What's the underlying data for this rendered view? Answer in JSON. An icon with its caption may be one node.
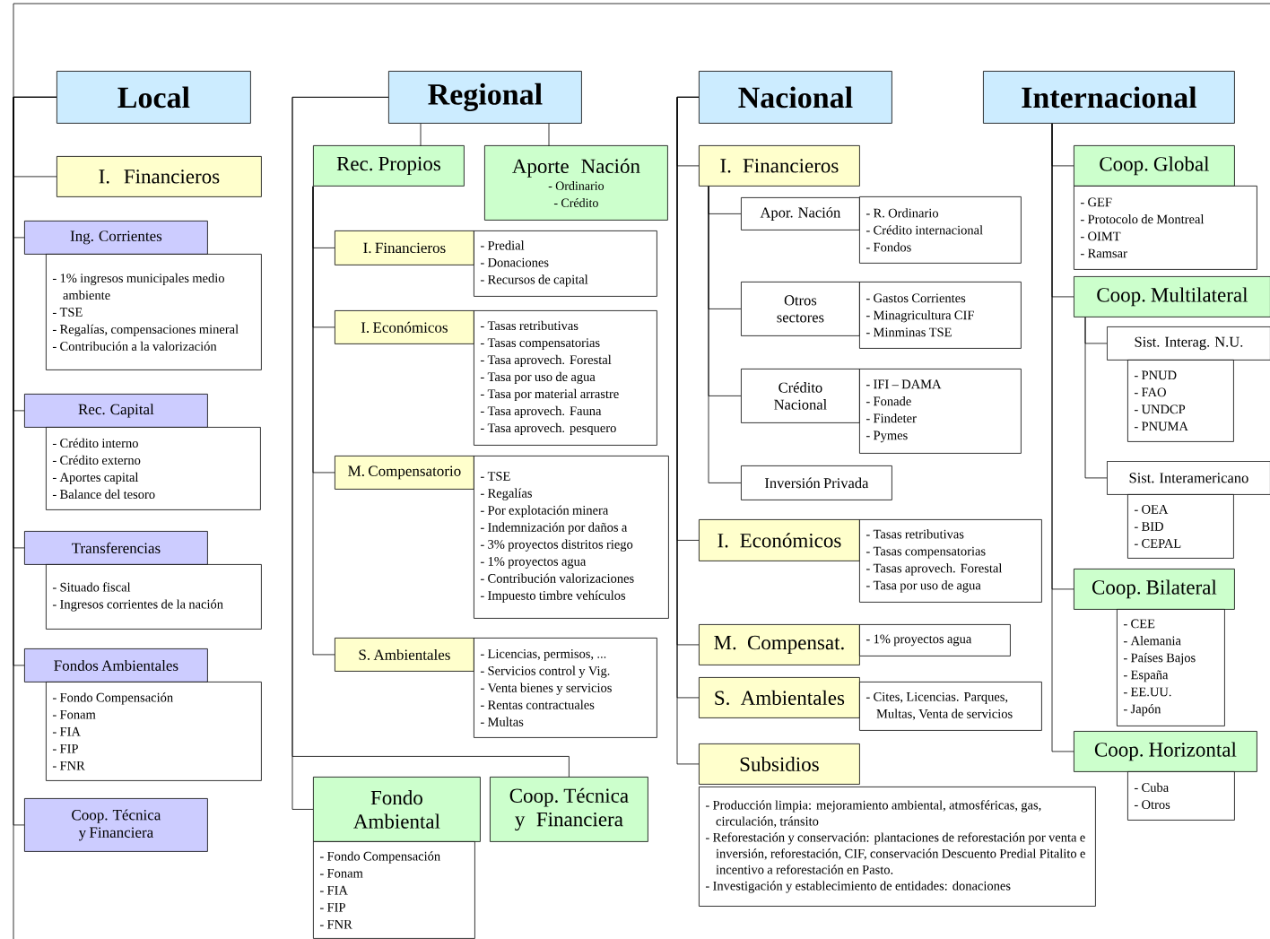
{
  "diagram": {
    "nodes": [
      {
        "text": [
          "Local"
        ]
      },
      {
        "text": [
          "I.  Financieros"
        ]
      },
      {
        "text": [
          "Ing. Corrientes"
        ]
      },
      {
        "text": [
          "- 1% ingresos municipales medio ambiente",
          "- TSE",
          "- Regalías, compensaciones mineral",
          "- Contribución a la valorización"
        ]
      },
      {
        "text": [
          "Rec. Capital"
        ]
      },
      {
        "text": [
          "- Crédito interno",
          "- Crédito externo",
          "- Aportes capital",
          "- Balance del tesoro"
        ]
      },
      {
        "text": [
          "Transferencias"
        ]
      },
      {
        "text": [
          "- Situado fiscal",
          "- Ingresos corrientes de la nación"
        ]
      },
      {
        "text": [
          "Fondos Ambientales"
        ]
      },
      {
        "text": [
          "- Fondo Compensación",
          "- Fonam",
          "- FIA",
          "- FIP",
          "- FNR"
        ]
      },
      {
        "text": [
          "Coop. Técnica y Financiera"
        ]
      },
      {
        "text": [
          "Regional"
        ]
      },
      {
        "text": [
          "Rec. Propios"
        ]
      },
      {
        "text": [
          "Aporte Nación",
          "- Ordinario",
          "- Crédito"
        ]
      },
      {
        "text": [
          "I. Financieros"
        ]
      },
      {
        "text": [
          "- Predial",
          "- Donaciones",
          "- Recursos de capital"
        ]
      },
      {
        "text": [
          "I. Económicos"
        ]
      },
      {
        "text": [
          "- Tasas retributivas",
          "- Tasas compensatorias",
          "- Tasa aprovech. Forestal",
          "- Tasa por uso de agua",
          "- Tasa por material arrastre",
          "- Tasa aprovech. Fauna",
          "- Tasa aprovech. pesquero"
        ]
      },
      {
        "text": [
          "M. Compensatorio"
        ]
      },
      {
        "text": [
          "- TSE",
          "- Regalías",
          "- Por explotación minera",
          "- Indemnización por daños a",
          "- 3% proyectos distritos riego",
          "- 1% proyectos agua",
          "- Contribución valorizaciones",
          "- Impuesto timbre vehículos"
        ]
      },
      {
        "text": [
          "S. Ambientales"
        ]
      },
      {
        "text": [
          "- Licencias, permisos, ...",
          "- Servicios control y Vig.",
          "- Venta bienes y servicios",
          "- Rentas contractuales",
          "- Multas"
        ]
      },
      {
        "text": [
          "Fondo Ambiental"
        ]
      },
      {
        "text": [
          "- Fondo Compensación",
          "- Fonam",
          "- FIA",
          "- FIP",
          "- FNR"
        ]
      },
      {
        "text": [
          "Coop. Técnica y Financiera"
        ]
      },
      {
        "text": [
          "Nacional"
        ]
      },
      {
        "text": [
          "I.  Financieros"
        ]
      },
      {
        "text": [
          "Apor. Nación"
        ]
      },
      {
        "text": [
          "- R. Ordinario",
          "- Crédito internacional",
          "- Fondos"
        ]
      },
      {
        "text": [
          "Otros sectores"
        ]
      },
      {
        "text": [
          "- Gastos Corrientes",
          "- Minagricultura CIF",
          "- Minminas TSE"
        ]
      },
      {
        "text": [
          "Crédito Nacional"
        ]
      },
      {
        "text": [
          "- IFI – DAMA",
          "- Fonade",
          "- Findeter",
          "- Pymes"
        ]
      },
      {
        "text": [
          "Inversión Privada"
        ]
      },
      {
        "text": [
          "I. Económicos"
        ]
      },
      {
        "text": [
          "- Tasas retributivas",
          "- Tasas compensatorias",
          "- Tasas aprovech. Forestal",
          "- Tasa por uso de agua"
        ]
      },
      {
        "text": [
          "M. Compensat."
        ]
      },
      {
        "text": [
          "- 1% proyectos agua"
        ]
      },
      {
        "text": [
          "S. Ambientales"
        ]
      },
      {
        "text": [
          "- Cites, Licencias. Parques, Multas, Venta de servicios"
        ]
      },
      {
        "text": [
          "Subsidios"
        ]
      },
      {
        "text": [
          "- Producción limpia: mejoramiento ambiental, atmosféricas, gas, circulación, tránsito",
          "- Reforestación y conservación: plantaciones de reforestación por venta e inversión, reforestación, CIF, conservación Descuento Predial Pitalito e incentivo a reforestación en Pasto.",
          "- Investigación y establecimiento de entidades: donaciones"
        ]
      },
      {
        "text": [
          "Internacional"
        ]
      },
      {
        "text": [
          "Coop. Global"
        ]
      },
      {
        "text": [
          "- GEF",
          "- Protocolo de Montreal",
          "- OIMT",
          "- Ramsar"
        ]
      },
      {
        "text": [
          "Coop. Multilateral"
        ]
      },
      {
        "text": [
          "Sist. Interag. N.U."
        ]
      },
      {
        "text": [
          "- PNUD",
          "- FAO",
          "- UNDCP",
          "- PNUMA"
        ]
      },
      {
        "text": [
          "Sist. Interamericano"
        ]
      },
      {
        "text": [
          "- OEA",
          "- BID",
          "- CEPAL"
        ]
      },
      {
        "text": [
          "Coop. Bilateral"
        ]
      },
      {
        "text": [
          "- CEE",
          "- Alemania",
          "- Países Bajos",
          "- España",
          "- EE.UU.",
          "- Japón"
        ]
      },
      {
        "text": [
          "Coop. Horizontal"
        ]
      },
      {
        "text": [
          "- Cuba",
          "- Otros"
        ]
      }
    ],
    "edges": [
      {
        "from": 0,
        "to": 1,
        "arrow": "none"
      },
      {
        "from": 0,
        "to": 2,
        "arrow": "none"
      },
      {
        "from": 0,
        "to": 4,
        "arrow": "none"
      },
      {
        "from": 0,
        "to": 6,
        "arrow": "none"
      },
      {
        "from": 0,
        "to": 8,
        "arrow": "none"
      },
      {
        "from": 0,
        "to": 10,
        "arrow": "none"
      },
      {
        "from": 11,
        "to": 12,
        "arrow": "none"
      },
      {
        "from": 11,
        "to": 13,
        "arrow": "none"
      },
      {
        "from": 12,
        "to": 14,
        "arrow": "none"
      },
      {
        "from": 12,
        "to": 16,
        "arrow": "none"
      },
      {
        "from": 12,
        "to": 18,
        "arrow": "none"
      },
      {
        "from": 12,
        "to": 20,
        "arrow": "none"
      },
      {
        "from": 11,
        "to": 22,
        "arrow": "none"
      },
      {
        "from": 11,
        "to": 24,
        "arrow": "none"
      },
      {
        "from": 25,
        "to": 26,
        "arrow": "none"
      },
      {
        "from": 26,
        "to": 27,
        "arrow": "none"
      },
      {
        "from": 26,
        "to": 29,
        "arrow": "none"
      },
      {
        "from": 26,
        "to": 31,
        "arrow": "none"
      },
      {
        "from": 26,
        "to": 33,
        "arrow": "none"
      },
      {
        "from": 25,
        "to": 34,
        "arrow": "none"
      },
      {
        "from": 25,
        "to": 36,
        "arrow": "none"
      },
      {
        "from": 25,
        "to": 38,
        "arrow": "none"
      },
      {
        "from": 25,
        "to": 40,
        "arrow": "none"
      },
      {
        "from": 42,
        "to": 43,
        "arrow": "none"
      },
      {
        "from": 42,
        "to": 45,
        "arrow": "none"
      },
      {
        "from": 45,
        "to": 46,
        "arrow": "none"
      },
      {
        "from": 45,
        "to": 48,
        "arrow": "none"
      },
      {
        "from": 42,
        "to": 50,
        "arrow": "none"
      },
      {
        "from": 42,
        "to": 52,
        "arrow": "none"
      }
    ]
  }
}
